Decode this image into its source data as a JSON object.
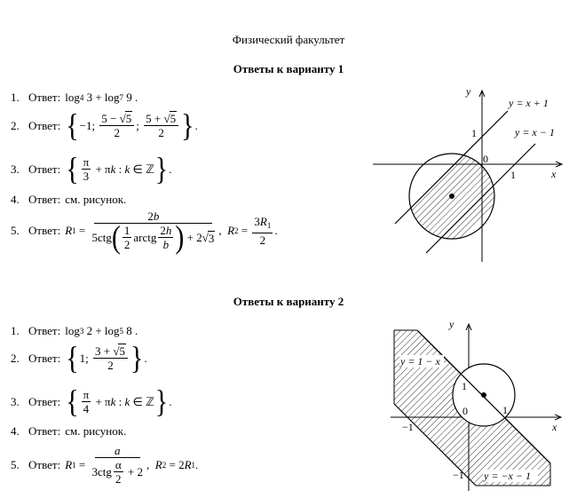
{
  "header": {
    "faculty": "Физический факультет"
  },
  "variant1": {
    "title": "Ответы к варианту 1",
    "answers": [
      {
        "num": "1.",
        "label": "Ответ:",
        "text": "log4 3 + log7 9 ."
      },
      {
        "num": "2.",
        "label": "Ответ:",
        "text": "{−1; (5−√5)/2; (5+√5)/2}."
      },
      {
        "num": "3.",
        "label": "Ответ:",
        "text": "{π/3 + πk : k ∈ ℤ}."
      },
      {
        "num": "4.",
        "label": "Ответ:",
        "text": "см. рисунок."
      },
      {
        "num": "5.",
        "label": "Ответ:",
        "text": "R1 = 2b / (5ctg(1/2 arctg 2h/b) + 2√3), R2 = 3R1/2."
      }
    ],
    "figure": {
      "axis_x": "x",
      "axis_y": "y",
      "origin": "0",
      "tick_x": "1",
      "tick_y": "1",
      "line_upper": "y = x + 1",
      "line_lower": "y = x − 1"
    }
  },
  "variant2": {
    "title": "Ответы к варианту 2",
    "answers": [
      {
        "num": "1.",
        "label": "Ответ:",
        "text": "log3 2 + log5 8 ."
      },
      {
        "num": "2.",
        "label": "Ответ:",
        "text": "{1; (3+√5)/2}."
      },
      {
        "num": "3.",
        "label": "Ответ:",
        "text": "{π/4 + πk : k ∈ ℤ}."
      },
      {
        "num": "4.",
        "label": "Ответ:",
        "text": "см. рисунок."
      },
      {
        "num": "5.",
        "label": "Ответ:",
        "text": "R1 = a / (3ctg(α/2) + 2), R2 = 2R1."
      }
    ],
    "figure": {
      "axis_x": "x",
      "axis_y": "y",
      "origin": "0",
      "tick_x_pos": "1",
      "tick_x_neg": "−1",
      "tick_y_pos": "1",
      "tick_y_neg": "−1",
      "line_upper": "y = 1 − x",
      "line_lower": "y = −x − 1"
    }
  }
}
